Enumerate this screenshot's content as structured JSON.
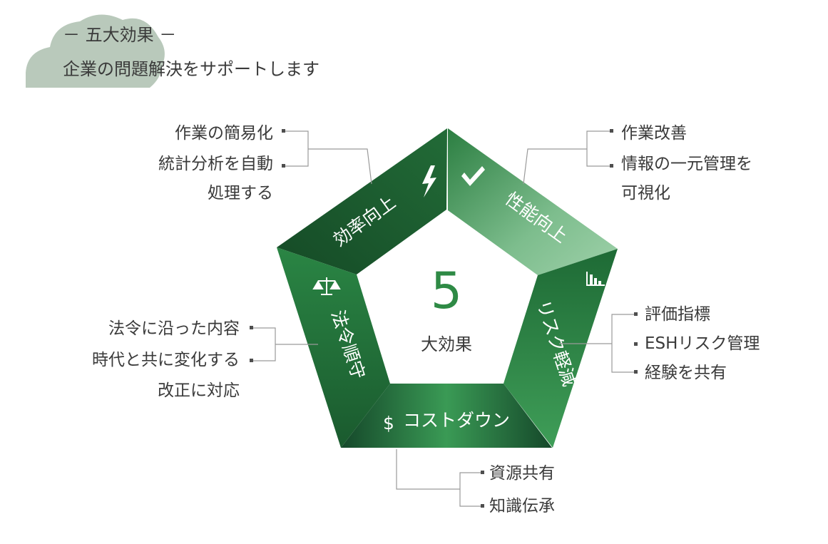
{
  "header": {
    "subtitle": "－ 五大効果 －",
    "title": "企業の問題解決をサポートします"
  },
  "center": {
    "number": "5",
    "label": "大効果"
  },
  "segments": {
    "efficiency": {
      "label": "効率向上",
      "icon": "lightning-icon"
    },
    "performance": {
      "label": "性能向上",
      "icon": "check-icon"
    },
    "risk": {
      "label": "リスク軽減",
      "icon": "bar-chart-icon"
    },
    "cost": {
      "label": "コストダウン",
      "icon": "dollar-icon",
      "icon_text": "$"
    },
    "compliance": {
      "label": "法令順守",
      "icon": "scales-icon"
    }
  },
  "descriptions": {
    "efficiency": [
      "作業の簡易化",
      "統計分析を自動",
      "処理する"
    ],
    "performance": [
      "作業改善",
      "情報の一元管理を",
      "可視化"
    ],
    "risk": [
      "評価指標",
      "ESHリスク管理",
      "経験を共有"
    ],
    "cost": [
      "資源共有",
      "知識伝承"
    ],
    "compliance": [
      "法令に沿った内容",
      "時代と共に変化する",
      "改正に対応"
    ]
  },
  "colors": {
    "accent": "#2e8a45",
    "dark_green": "#1c5f30",
    "light_green": "#8cc79a",
    "cloud": "#b9c9bb"
  }
}
